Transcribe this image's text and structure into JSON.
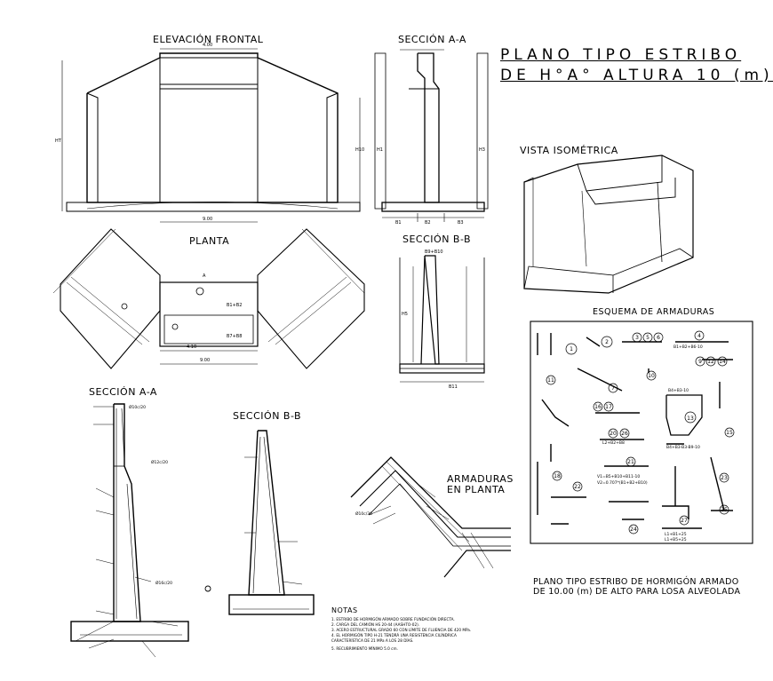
{
  "sheet": {
    "title_line1": "PLANO    TIPO    ESTRIBO",
    "title_line2": "DE H°A° ALTURA 10 (m)"
  },
  "views": {
    "elevacion_frontal": "ELEVACIÓN FRONTAL",
    "seccion_aa_top": "SECCIÓN A-A",
    "planta": "PLANTA",
    "seccion_bb_top": "SECCIÓN B-B",
    "vista_isometrica": "VISTA ISOMÉTRICA",
    "esquema_armaduras": "ESQUEMA DE ARMADURAS",
    "seccion_aa_bottom": "SECCIÓN A-A",
    "seccion_bb_bottom": "SECCIÓN B-B",
    "armaduras_planta_1": "ARMADURAS",
    "armaduras_planta_2": "EN PLANTA"
  },
  "caption": {
    "line1": "PLANO TIPO ESTRIBO DE HORMIGÓN ARMADO",
    "line2": "DE 10.00 (m) DE ALTO PARA LOSA ALVEOLADA"
  },
  "notes": {
    "title": "NOTAS",
    "items": [
      "1. ESTRIBO DE HORMIGÓN ARMADO SOBRE FUNDACIÓN DIRECTA.",
      "2. CARGA DEL CAMIÓN HS 20-44 (AASHTO-02).",
      "3. ACERO ESTRUCTURAL GRADO 60 CON LÍMITE DE FLUENCIA DE 420 MPa.",
      "4. EL HORMIGÓN TIPO H-21 TENDRÁ UNA RESISTENCIA CILÍNDRICA",
      "   CARACTERÍSTICA DE 21 MPa A LOS 28 DÍAS.",
      "5. RECUBRIMIENTO MÍNIMO 5.0 cm."
    ]
  },
  "dims": {
    "elev_top": "4.00",
    "elev_base": "9.00",
    "elev_h": "H10",
    "elev_ht": "HT",
    "aa_b1": "B1",
    "aa_b2": "B2",
    "aa_b3": "B3",
    "aa_h1": "H1",
    "aa_h3": "H3",
    "planta_a": "A",
    "planta_b1b2": "B1+B2",
    "planta_b7b8": "B7+B8",
    "planta_width": "4.10",
    "planta_base": "9.00",
    "bb_b9b10": "B9+B10",
    "bb_h": "H5",
    "bb_b11": "B11"
  },
  "rebar_marks": [
    "1",
    "2",
    "3",
    "5",
    "6",
    "4",
    "9",
    "12",
    "14",
    "11",
    "7",
    "10",
    "16",
    "17",
    "13",
    "20",
    "26",
    "15",
    "18",
    "21",
    "22",
    "23",
    "24",
    "25",
    "27"
  ],
  "rebar_formulas": {
    "f1": "B1+B2+B6-10",
    "f2": "B4+B3-10",
    "f3": "B4+B3-B3-B9-10",
    "f4": "L2+B2+B8",
    "f5": "V1=B5+B10+B11-10",
    "f6": "V2=0.707*(B1+B2+B10)",
    "f7": "L1+B1+25",
    "f8": "L1+B5+25"
  },
  "bar_spec": {
    "s1": "Ø10c/20",
    "s2": "Ø12c/20",
    "s3": "Ø16c/20",
    "s4": "Ø10c/30"
  }
}
